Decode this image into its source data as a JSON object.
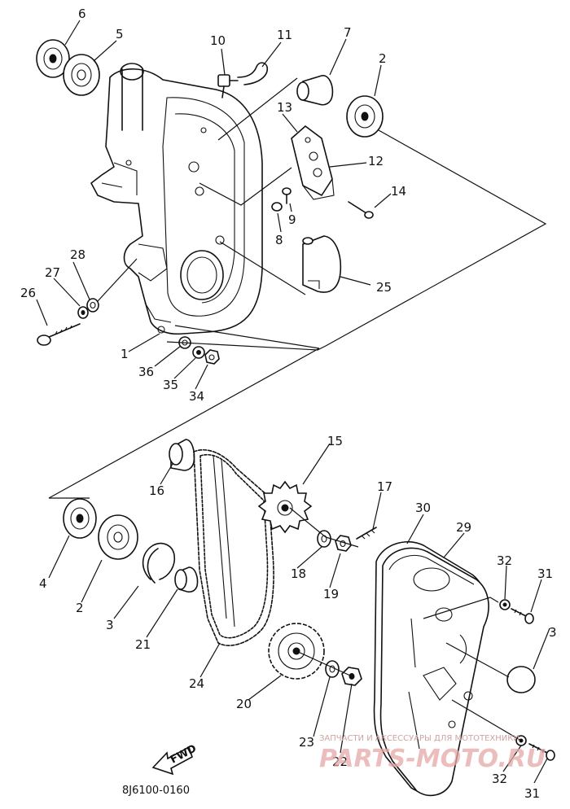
{
  "diagram": {
    "part_numbers": [
      "1",
      "2",
      "3",
      "4",
      "5",
      "6",
      "7",
      "8",
      "9",
      "10",
      "11",
      "12",
      "13",
      "14",
      "15",
      "16",
      "17",
      "18",
      "19",
      "20",
      "21",
      "22",
      "23",
      "24",
      "25",
      "26",
      "27",
      "28",
      "29",
      "30",
      "31",
      "32",
      "34",
      "35",
      "36"
    ],
    "labels": {
      "p6": "6",
      "p5": "5",
      "p10": "10",
      "p11": "11",
      "p7": "7",
      "p2_top": "2",
      "p13": "13",
      "p12": "12",
      "p14": "14",
      "p9": "9",
      "p8": "8",
      "p25": "25",
      "p28": "28",
      "p27": "27",
      "p26": "26",
      "p1": "1",
      "p36": "36",
      "p35": "35",
      "p34": "34",
      "p15": "15",
      "p16": "16",
      "p17": "17",
      "p30": "30",
      "p29": "29",
      "p4": "4",
      "p2_bottom": "2",
      "p3_left": "3",
      "p21": "21",
      "p18": "18",
      "p19": "19",
      "p32_top": "32",
      "p31_top": "31",
      "p3_right": "3",
      "p24": "24",
      "p20": "20",
      "p23": "23",
      "p22": "22",
      "p32_bottom": "32",
      "p31_bottom": "31"
    },
    "fwd_arrow_text": "FWD",
    "drawing_code": "8J6100-0160"
  },
  "watermark": {
    "small_text": "ЗАПЧАСТИ И АКСЕССУАРЫ ДЛЯ МОТОТЕХНИКИ",
    "logo_text": "PARTS-MOTO.RU"
  },
  "colors": {
    "ink": "#111111",
    "paper": "#ffffff",
    "watermark": "#e6a8a8"
  }
}
